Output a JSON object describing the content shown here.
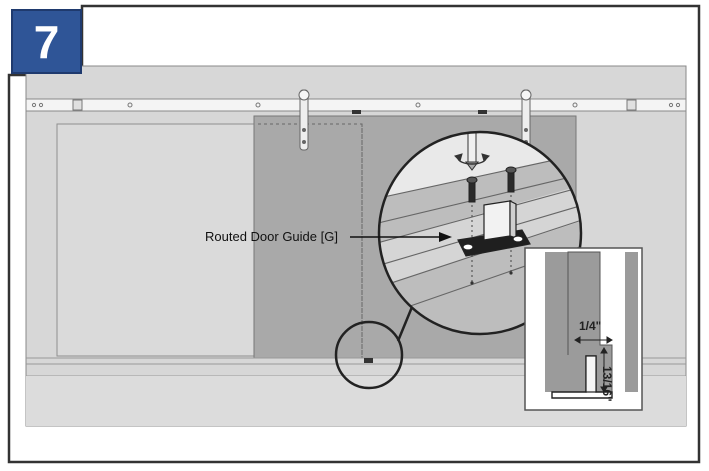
{
  "step": {
    "number": "7"
  },
  "callout": {
    "label": "Routed Door Guide [G]"
  },
  "inset": {
    "gap_dimension": "1/4\"",
    "depth_dimension": "13/16\""
  }
}
